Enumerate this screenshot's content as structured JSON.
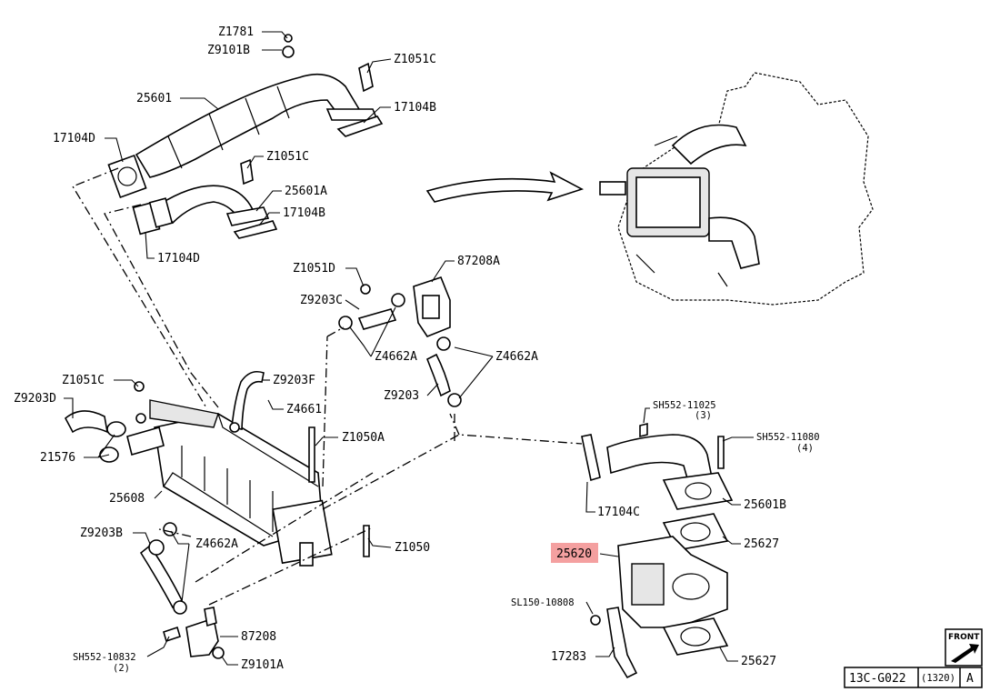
{
  "labels": {
    "z1781": "Z1781",
    "z9101b": "Z9101B",
    "z1051c_top": "Z1051C",
    "p25601": "25601",
    "p17104b": "17104B",
    "p17104d_top": "17104D",
    "z1051c_mid": "Z1051C",
    "p25601a": "25601A",
    "p17104b_2": "17104B",
    "p17104d_bot": "17104D",
    "z1051d": "Z1051D",
    "p87208a": "87208A",
    "z9203c": "Z9203C",
    "z4662a_1": "Z4662A",
    "z4662a_2": "Z4662A",
    "z9203": "Z9203",
    "z1051c_left": "Z1051C",
    "z9203d": "Z9203D",
    "z9203f": "Z9203F",
    "z4661": "Z4661",
    "p21576": "21576",
    "z1050a": "Z1050A",
    "p25608": "25608",
    "z9203b": "Z9203B",
    "z4662a_3": "Z4662A",
    "z1050": "Z1050",
    "p87208": "87208",
    "sh552_10832": "SH552-10832",
    "sh552_10832_qty": "(2)",
    "z9101a": "Z9101A",
    "sh552_11025": "SH552-11025",
    "sh552_11025_qty": "(3)",
    "sh552_11080": "SH552-11080",
    "sh552_11080_qty": "(4)",
    "p17104c": "17104C",
    "p25601b": "25601B",
    "p25627_top": "25627",
    "p25620": "25620",
    "sl150_10808": "SL150-10808",
    "p17283": "17283",
    "p25627_bot": "25627"
  },
  "highlight_color": "#f4a0a0",
  "front_badge": "FRONT",
  "footer": {
    "code": "13C-G022",
    "date": "(1320)",
    "rev": "A"
  }
}
